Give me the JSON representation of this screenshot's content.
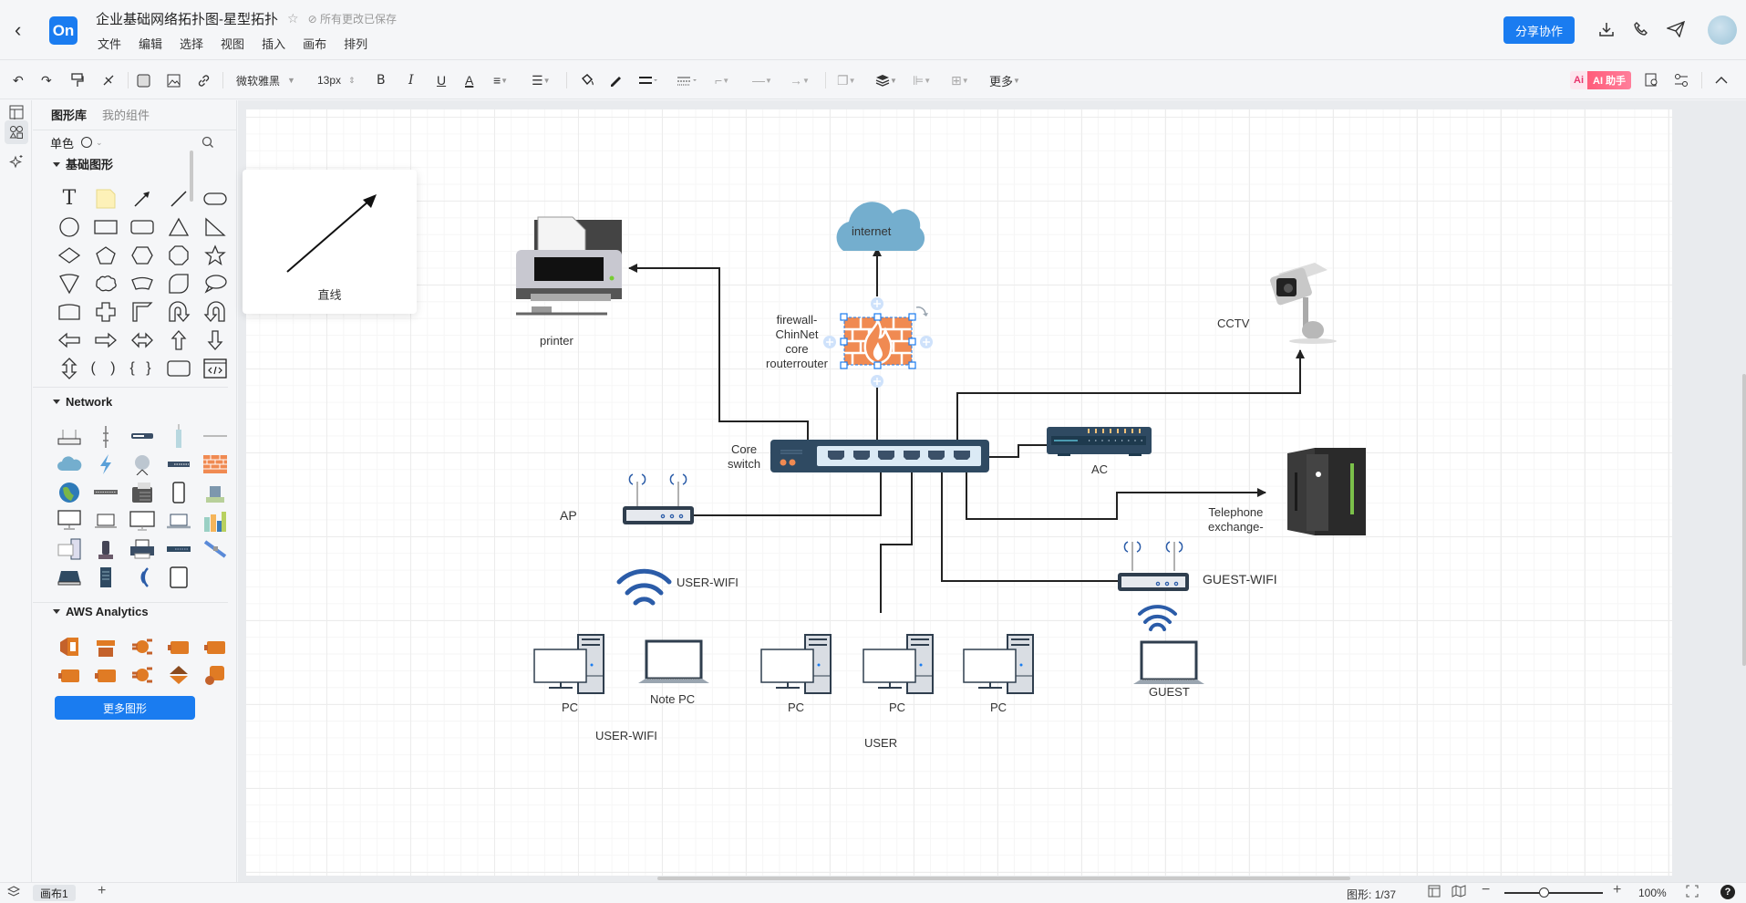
{
  "header": {
    "back_label": "‹",
    "logo": "On",
    "title": "企业基础网络拓扑图-星型拓扑",
    "save_status": "所有更改已保存",
    "menus": [
      "文件",
      "编辑",
      "选择",
      "视图",
      "插入",
      "画布",
      "排列"
    ],
    "share_label": "分享协作",
    "icons": [
      "download-icon",
      "phone-icon",
      "send-icon",
      "avatar"
    ]
  },
  "toolbar": {
    "font_family": "微软雅黑",
    "font_size": "13px",
    "bold": "B",
    "italic": "I",
    "underline": "U",
    "font_color": "A",
    "more_label": "更多",
    "ai_prefix": "Ai",
    "ai_label": "AI 助手"
  },
  "panel": {
    "tabs": [
      "图形库",
      "我的组件"
    ],
    "mono_label": "单色",
    "sections": {
      "basic": "基础图形",
      "network": "Network",
      "aws": "AWS Analytics"
    },
    "more_shapes_label": "更多图形",
    "colors": {
      "accent": "#1a7cf0",
      "aws_orange": "#e07b24"
    }
  },
  "popup": {
    "label": "直线"
  },
  "diagram": {
    "nodes": {
      "internet": "internet",
      "firewall": [
        "firewall-",
        "ChinNet",
        "core",
        "routerrouter"
      ],
      "printer": "printer",
      "cctv": "CCTV",
      "core_switch": [
        "Core",
        "switch"
      ],
      "ac": "AC",
      "ap": "AP",
      "telephone": [
        "Telephone",
        "exchange-"
      ],
      "user_wifi_icon_label": "USER-WIFI",
      "guest_wifi": "GUEST-WIFI",
      "pc1": "PC",
      "note_pc": "Note PC",
      "pc2": "PC",
      "pc3": "PC",
      "pc4": "PC",
      "guest": "GUEST",
      "user_wifi_group": "USER-WIFI",
      "user_group": "USER"
    },
    "colors": {
      "firewall": "#f08a52",
      "cloud": "#74aece",
      "switch": "#2f4a62",
      "wifi": "#2b5ca8",
      "selection": "#1a7cf0"
    }
  },
  "footer": {
    "canvas_tab": "画布1",
    "add_label": "+",
    "shape_count_label": "图形:",
    "shape_count": "1/37",
    "zoom": "100%",
    "zoom_fraction": 0.4,
    "help": "?"
  }
}
